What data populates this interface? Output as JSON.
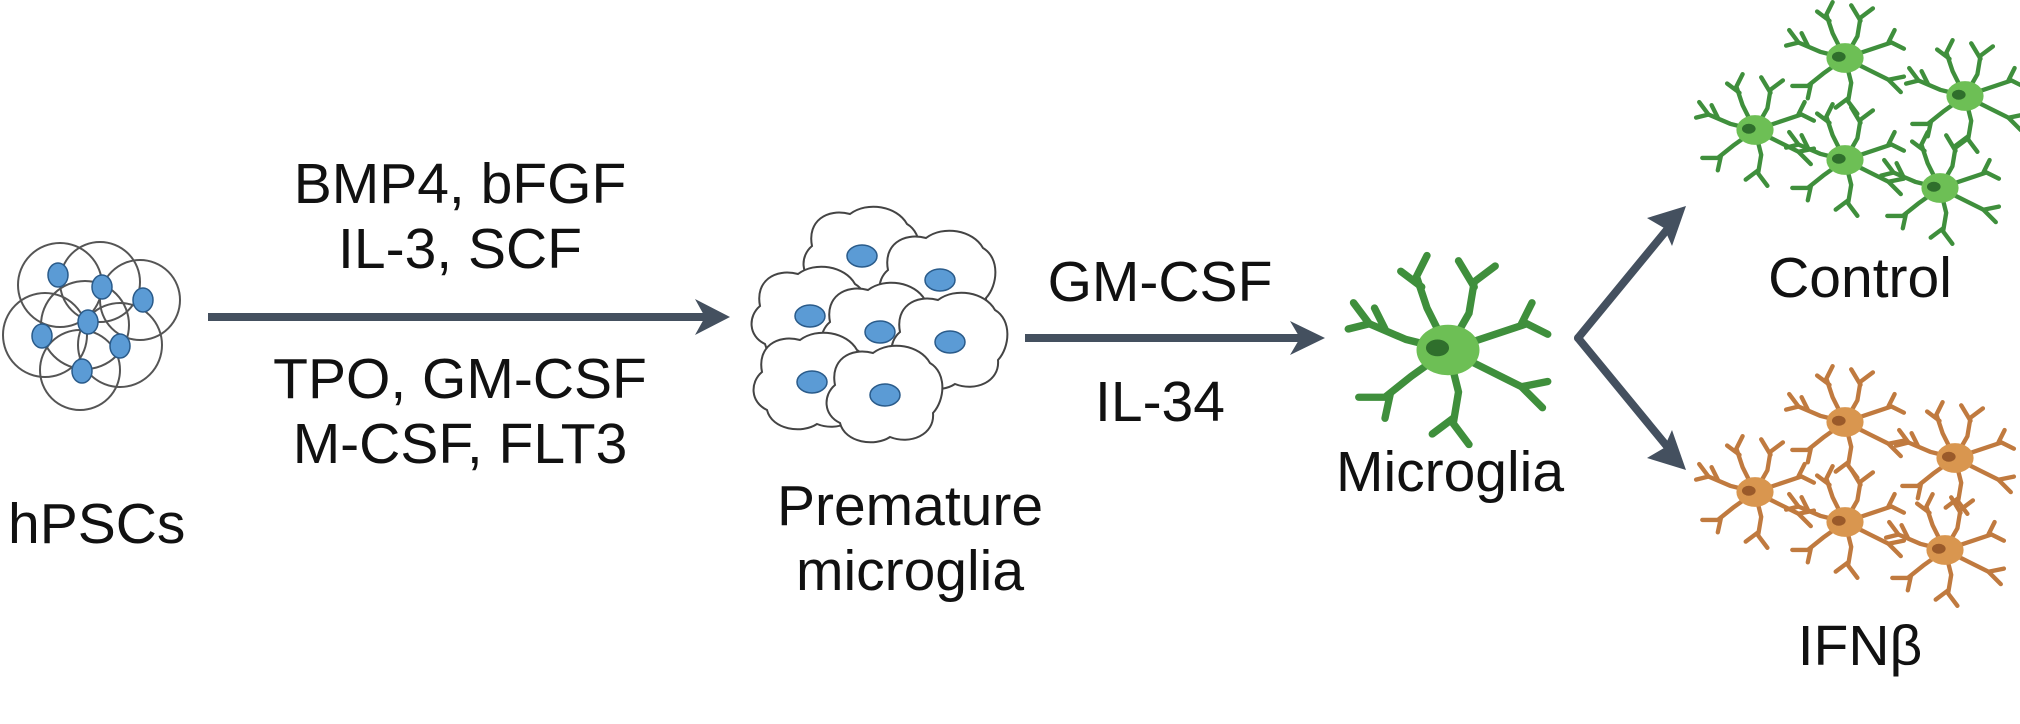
{
  "stages": {
    "hpsc": {
      "label": "hPSCs"
    },
    "premature": {
      "label_line1": "Premature",
      "label_line2": "microglia"
    },
    "microglia": {
      "label": "Microglia"
    },
    "control": {
      "label": "Control"
    },
    "ifnb": {
      "label": "IFNβ"
    }
  },
  "step1_factors": {
    "top_line1": "BMP4, bFGF",
    "top_line2": "IL-3, SCF",
    "bottom_line1": "TPO, GM-CSF",
    "bottom_line2": "M-CSF, FLT3"
  },
  "step2_factors": {
    "top": "GM-CSF",
    "bottom": "IL-34"
  },
  "colors": {
    "arrow": "#44505f",
    "nucleus_blue": "#5b9bd5",
    "microglia_green": "#4fa84a",
    "microglia_dark_green": "#2f6f2c",
    "microglia_orange": "#cc8a4f",
    "microglia_dark_orange": "#9a5a2a"
  },
  "icons": [
    "stem-cell-cluster-icon",
    "premature-cell-cluster-icon",
    "microglia-cell-icon",
    "microglia-group-icon"
  ]
}
